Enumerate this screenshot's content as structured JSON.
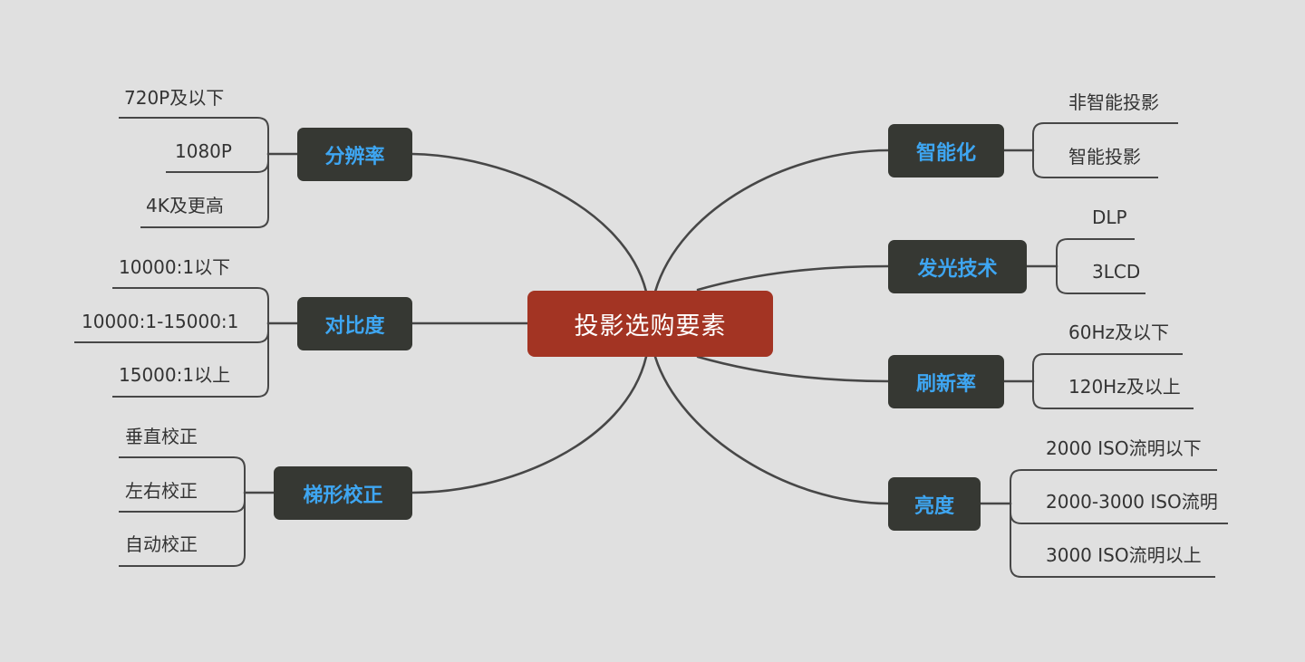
{
  "root": {
    "label": "投影选购要素"
  },
  "branches": {
    "resolution": {
      "label": "分辨率",
      "leaves": [
        "720P及以下",
        "1080P",
        "4K及更高"
      ]
    },
    "contrast": {
      "label": "对比度",
      "leaves": [
        "10000:1以下",
        "10000:1-15000:1",
        "15000:1以上"
      ]
    },
    "keystone": {
      "label": "梯形校正",
      "leaves": [
        "垂直校正",
        "左右校正",
        "自动校正"
      ]
    },
    "smart": {
      "label": "智能化",
      "leaves": [
        "非智能投影",
        "智能投影"
      ]
    },
    "light_source": {
      "label": "发光技术",
      "leaves": [
        "DLP",
        "3LCD"
      ]
    },
    "refresh_rate": {
      "label": "刷新率",
      "leaves": [
        "60Hz及以下",
        "120Hz及以上"
      ]
    },
    "brightness": {
      "label": "亮度",
      "leaves": [
        "2000 ISO流明以下",
        "2000-3000 ISO流明",
        "3000 ISO流明以上"
      ]
    }
  },
  "colors": {
    "background": "#e0e0e0",
    "root_fill": "#a33423",
    "branch_fill": "#363833",
    "branch_text": "#3ea6f2",
    "line": "#474747"
  }
}
